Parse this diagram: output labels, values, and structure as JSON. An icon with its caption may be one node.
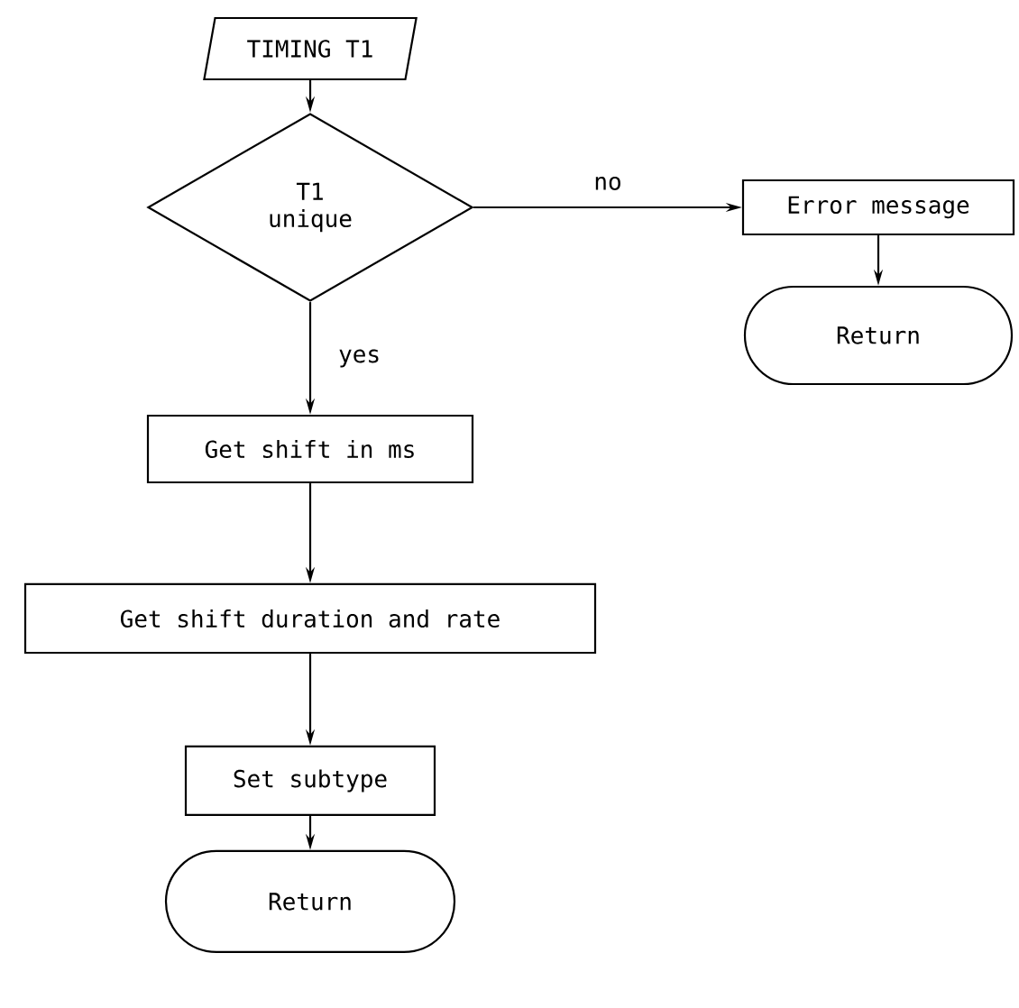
{
  "diagram": {
    "nodes": [
      {
        "text": [
          "TIMING T1"
        ]
      },
      {
        "text": [
          "T1 unique"
        ]
      },
      {
        "text": [
          "Error message"
        ]
      },
      {
        "text": [
          "Return"
        ]
      },
      {
        "text": [
          "Get shift in ms"
        ]
      },
      {
        "text": [
          "Get shift duration and rate"
        ]
      },
      {
        "text": [
          "Set subtype"
        ]
      },
      {
        "text": [
          "Return"
        ]
      }
    ],
    "edges": [
      {
        "from": 0,
        "to": 1,
        "arrow": "to"
      },
      {
        "from": 1,
        "to": 2,
        "arrow": "to",
        "label": "no"
      },
      {
        "from": 2,
        "to": 3,
        "arrow": "to"
      },
      {
        "from": 1,
        "to": 4,
        "arrow": "to",
        "label": "yes"
      },
      {
        "from": 4,
        "to": 5,
        "arrow": "to"
      },
      {
        "from": 5,
        "to": 6,
        "arrow": "to"
      },
      {
        "from": 6,
        "to": 7,
        "arrow": "to"
      }
    ]
  }
}
